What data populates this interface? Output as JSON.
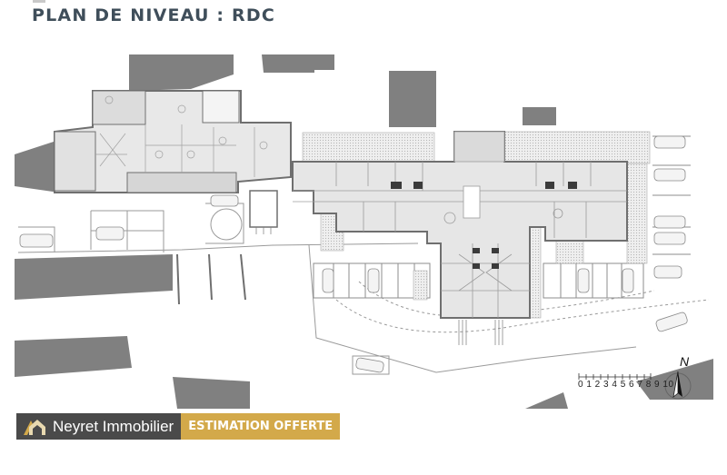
{
  "header": {
    "title": "PLAN DE NIVEAU : RDC"
  },
  "plan": {
    "level": "RDC",
    "colors": {
      "neighbor_buildings": "#808080",
      "walls": "#6f6f6f",
      "rooms": "#e6e6e6",
      "hatched_gardens": "#d8d8d8",
      "lines": "#9a9a9a"
    }
  },
  "scale_bar": {
    "labels": "0 1 2 3 4 5 6 7 8 9 10",
    "ticks": [
      "0",
      "1",
      "2",
      "3",
      "4",
      "5",
      "6",
      "7",
      "8",
      "9",
      "10"
    ]
  },
  "compass": {
    "label": "N"
  },
  "banner": {
    "brand": "Neyret Immobilier",
    "cta": "ESTIMATION OFFERTE",
    "colors": {
      "left_bg": "#4a4a4a",
      "right_bg": "#d3a94a",
      "text": "#ffffff"
    }
  }
}
